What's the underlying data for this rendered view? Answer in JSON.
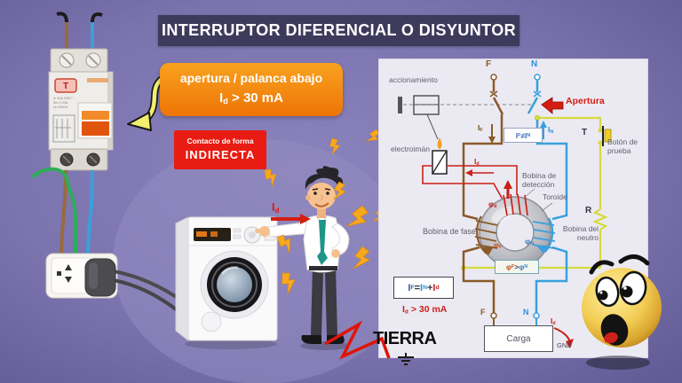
{
  "title": "INTERRUPTOR DIFERENCIAL O DISYUNTOR",
  "callout": {
    "line1": "apertura / palanca abajo",
    "line2": [
      {
        "t": "I"
      },
      {
        "t": "d",
        "sub": true
      },
      {
        "t": " > 30 mA"
      }
    ]
  },
  "contact_warning": {
    "line1": "Contacto de forma",
    "line2": "INDIRECTA"
  },
  "tierra": "TIERRA",
  "shock_current_label": [
    {
      "t": "I"
    },
    {
      "t": "d",
      "sub": true
    }
  ],
  "breaker": {
    "test_button": "T",
    "markings": [
      "In 40A 240V~",
      "I∆n 0.03A",
      "Im 3000A"
    ]
  },
  "panel": {
    "labels": {
      "accionamiento": "accionamiento",
      "electroiman": "electroimán",
      "f_top": "F",
      "n_top": "N",
      "apertura": "Apertura",
      "t": "T",
      "boton_1": "Botón de",
      "boton_2": "prueba",
      "r": "R",
      "bobina_det_1": "Bobina de",
      "bobina_det_2": "detección",
      "toroide": "Toroide",
      "bobina_fase": "Bobina de fase",
      "bobina_neutro_1": "Bobina del",
      "bobina_neutro_2": "neutro",
      "f_bottom": "F",
      "n_bottom": "N",
      "carga": "Carga",
      "gnd": "GND"
    },
    "currents": {
      "i_f": [
        {
          "t": "I",
          "color": "#7a4a1e"
        },
        {
          "t": "F",
          "sub": true,
          "color": "#7a4a1e"
        }
      ],
      "i_n": [
        {
          "t": "I",
          "color": "#2f8fd4"
        },
        {
          "t": "N",
          "sub": true,
          "color": "#2f8fd4"
        }
      ],
      "i_d_loop": [
        {
          "t": "I",
          "color": "#c81e14"
        },
        {
          "t": "d",
          "sub": true,
          "color": "#c81e14"
        }
      ],
      "i_d_gnd": [
        {
          "t": "I",
          "color": "#c81e14"
        },
        {
          "t": "d",
          "sub": true,
          "color": "#c81e14"
        }
      ],
      "phi_d": [
        {
          "t": "φ",
          "color": "#c81e14"
        },
        {
          "t": "d",
          "sub": true,
          "color": "#c81e14"
        }
      ],
      "phi_f": [
        {
          "t": "φ",
          "color": "#c05018"
        },
        {
          "t": "F",
          "sub": true,
          "color": "#c05018"
        }
      ],
      "phi_n": [
        {
          "t": "φ",
          "color": "#3a7fc0"
        },
        {
          "t": "N",
          "sub": true,
          "color": "#3a7fc0"
        }
      ]
    },
    "formulas": {
      "imbalance": [
        {
          "t": "I",
          "color": "#3a6fb8"
        },
        {
          "t": "F",
          "sub": true,
          "color": "#3a6fb8"
        },
        {
          "t": " ≠ ",
          "color": "#3a6fb8"
        },
        {
          "t": "I",
          "color": "#3a6fb8"
        },
        {
          "t": "N",
          "sub": true,
          "color": "#3a6fb8"
        }
      ],
      "sum": [
        {
          "t": "I",
          "color": "#2e5fa8"
        },
        {
          "t": "F",
          "sub": true,
          "color": "#2e5fa8"
        },
        {
          "t": " = ",
          "color": "#333344"
        },
        {
          "t": "I",
          "color": "#2e8fd0"
        },
        {
          "t": "N",
          "sub": true,
          "color": "#2e8fd0"
        },
        {
          "t": " + ",
          "color": "#333344"
        },
        {
          "t": "I",
          "color": "#cc1f1a"
        },
        {
          "t": "d",
          "sub": true,
          "color": "#cc1f1a"
        }
      ],
      "threshold": [
        {
          "t": "I",
          "color": "#cc1f1a"
        },
        {
          "t": "d",
          "sub": true,
          "color": "#cc1f1a"
        },
        {
          "t": " > 30 mA",
          "color": "#cc1f1a"
        }
      ],
      "flux": [
        {
          "t": "φ",
          "color": "#c05018"
        },
        {
          "t": "F",
          "sub": true,
          "color": "#c05018"
        },
        {
          "t": " > ",
          "color": "#444455"
        },
        {
          "t": "φ",
          "color": "#3a7fc0"
        },
        {
          "t": "N",
          "sub": true,
          "color": "#3a7fc0"
        }
      ]
    }
  },
  "colors": {
    "background": "#7b73ae",
    "banner_bg": "#3d3a5c",
    "callout_orange": "#f08a12",
    "warning_red": "#e81c12",
    "panel_bg": "#ebeaf3",
    "phase_brown": "#8a5a28",
    "neutral_blue": "#3aa0dc",
    "fault_red": "#cc2018",
    "test_yellow": "#d6da3c",
    "ground_green": "#2eac57",
    "lightning_orange": "#f6a81e"
  }
}
